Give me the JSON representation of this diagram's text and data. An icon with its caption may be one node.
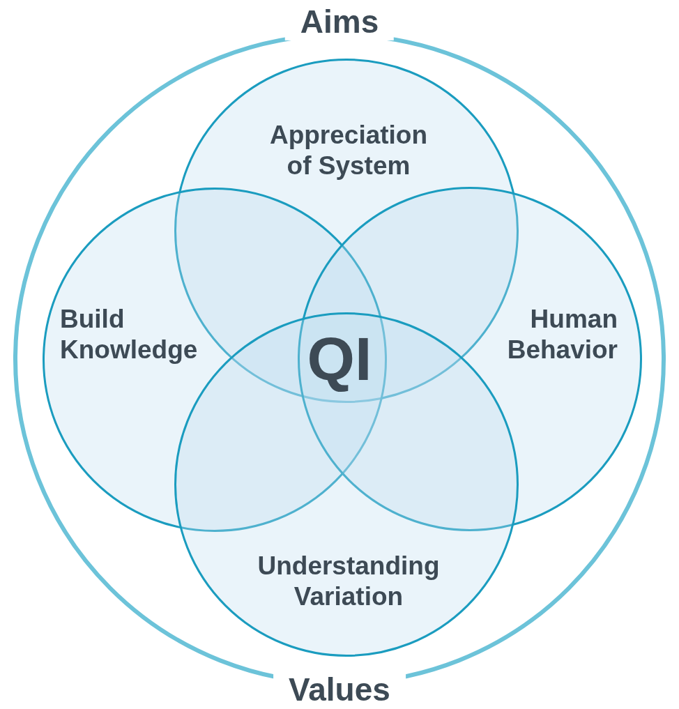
{
  "diagram": {
    "nodes": [
      {
        "text": [
          "Aims",
          "Values"
        ]
      },
      {
        "text": [
          "Appreciation of System"
        ],
        "in": 0
      },
      {
        "text": [
          "Build Knowledge"
        ],
        "in": 0
      },
      {
        "text": [
          "Human Behavior"
        ],
        "in": 0
      },
      {
        "text": [
          "Understanding Variation"
        ],
        "in": 0
      }
    ],
    "labels": [
      "QI"
    ]
  }
}
